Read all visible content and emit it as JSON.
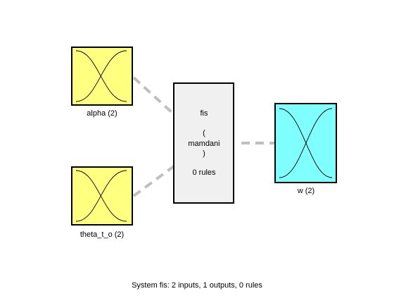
{
  "system": {
    "name": "fis",
    "type_open": "(",
    "type": "mamdani",
    "type_close": ")",
    "rules_label": "0 rules",
    "box_color": "#f0f0f0"
  },
  "inputs": [
    {
      "label": "alpha (2)",
      "color": "#ffff80"
    },
    {
      "label": "theta_t_o (2)",
      "color": "#ffff80"
    }
  ],
  "outputs": [
    {
      "label": "w (2)",
      "color": "#80ffff"
    }
  ],
  "connector_color": "#bfbfbf",
  "footer": {
    "text": "System fis: 2 inputs, 1 outputs, 0 rules"
  }
}
